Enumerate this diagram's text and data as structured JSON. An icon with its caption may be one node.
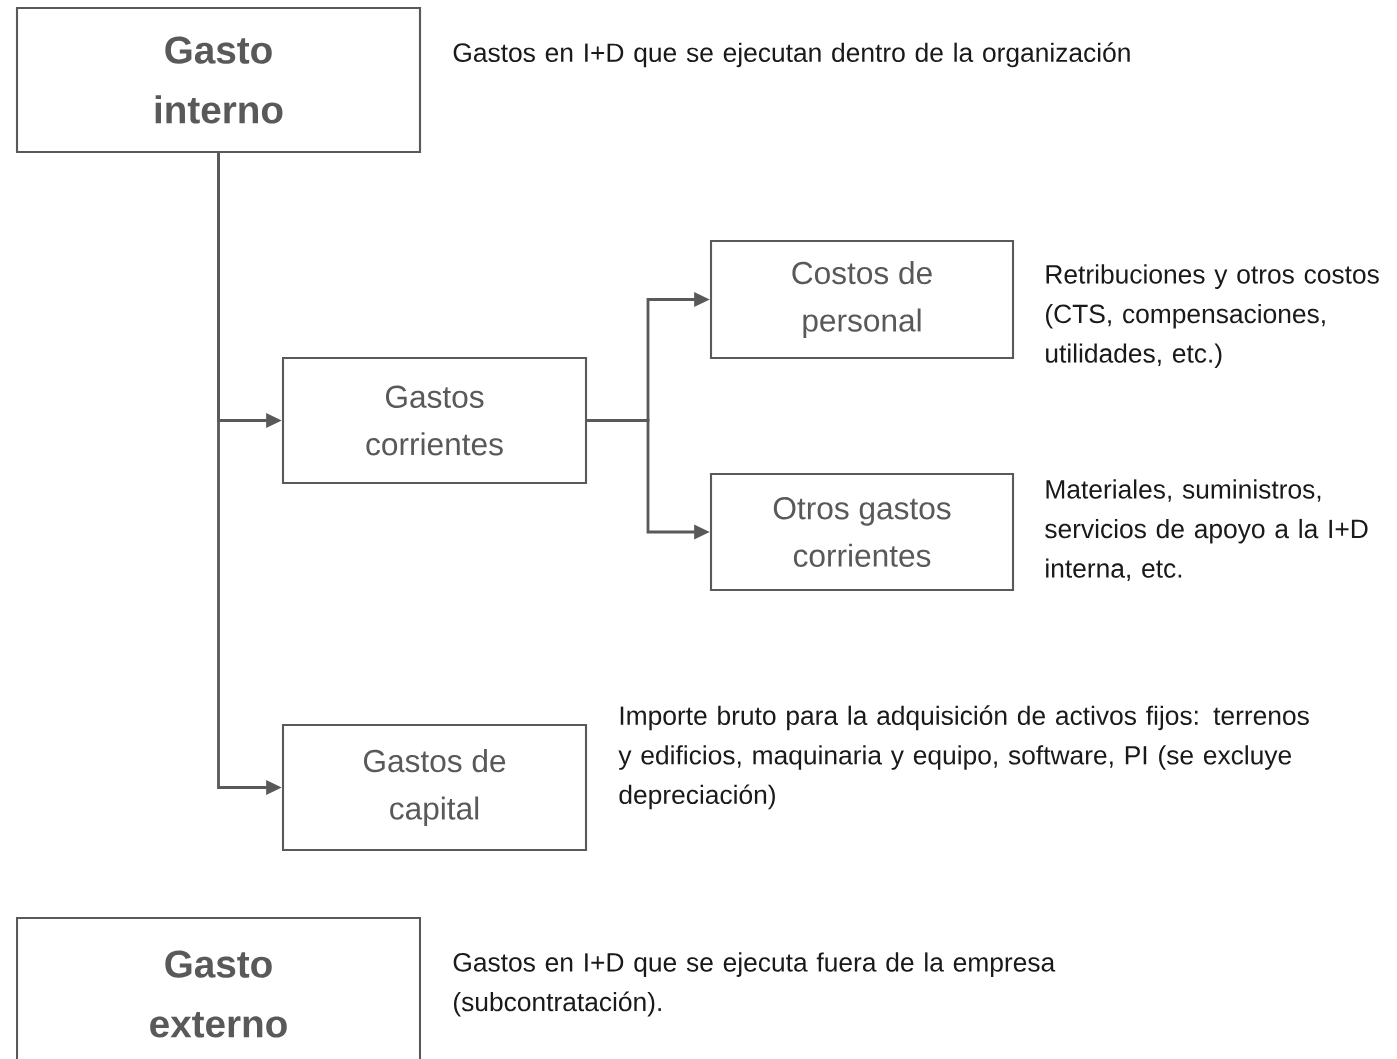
{
  "diagram": {
    "nodes": [
      {
        "text": [
          "Gasto interno"
        ],
        "beside": [
          "Gastos en I+D que se ejecutan dentro de la organización"
        ]
      },
      {
        "text": [
          "Gastos corrientes"
        ]
      },
      {
        "text": [
          "Costos de personal"
        ],
        "beside": [
          "Retribuciones y  otros costos (CTS, compensaciones, utilidades, etc.)"
        ]
      },
      {
        "text": [
          "Otros gastos corrientes"
        ],
        "beside": [
          "Materiales, suministros, servicios de apoyo a la I+D interna, etc."
        ]
      },
      {
        "text": [
          "Gastos de capital"
        ],
        "beside": [
          "Importe bruto para la adquisición de activos fijos: terrenos y edificios, maquinaria y equipo, software, PI (se excluye depreciación)"
        ]
      },
      {
        "text": [
          "Gasto externo"
        ],
        "beside": [
          "Gastos en I+D que se ejecuta fuera de la empresa (subcontratación)."
        ]
      }
    ],
    "edges": [
      {
        "from": 0,
        "to": 1,
        "arrow": "to"
      },
      {
        "from": 0,
        "to": 4,
        "arrow": "to"
      },
      {
        "from": 1,
        "to": 2,
        "arrow": "to"
      },
      {
        "from": 1,
        "to": 3,
        "arrow": "to"
      }
    ]
  }
}
